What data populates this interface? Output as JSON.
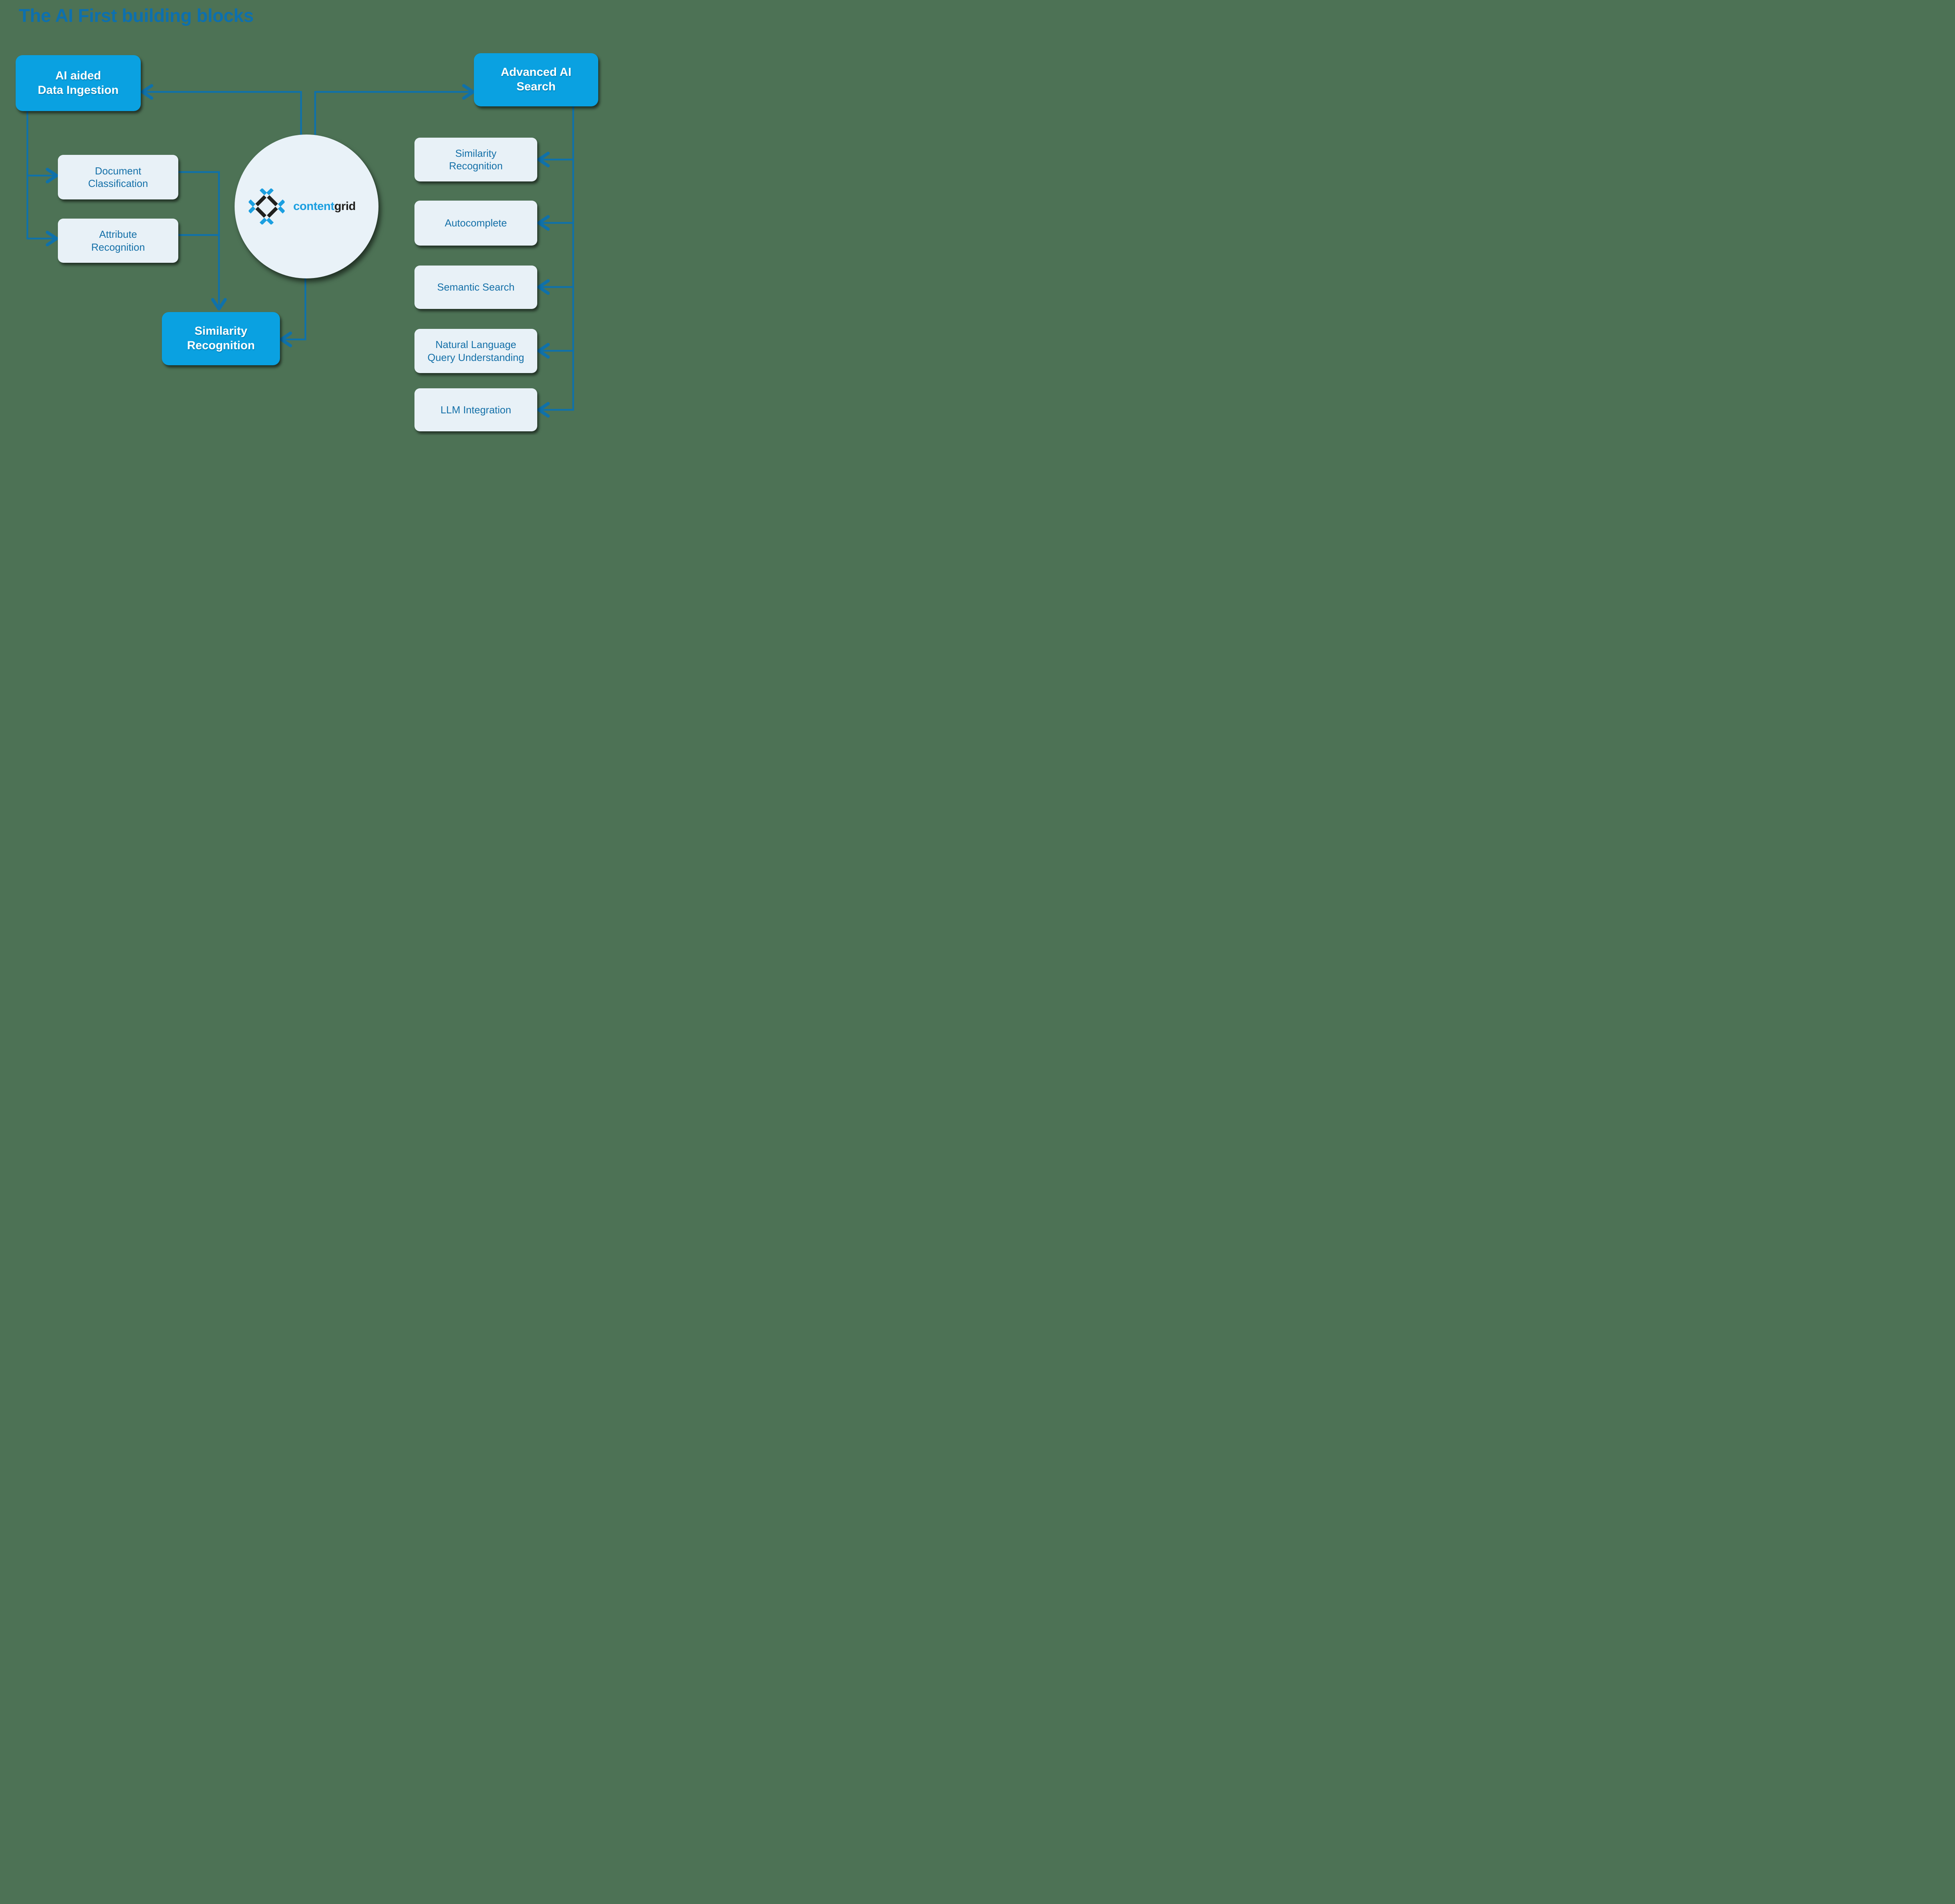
{
  "title": "The AI First building blocks",
  "colors": {
    "background": "#4D7255",
    "primary_box": "#0AA1E1",
    "primary_box_text": "#FFFFFF",
    "panel_box": "#E8F1F7",
    "panel_box_text": "#1470A8",
    "connector": "#0F71AA",
    "title_text": "#0D70AE",
    "logo_blue": "#1B9FE0",
    "logo_black": "#20201E"
  },
  "logo": {
    "name": "contentgrid",
    "part1": "content",
    "part2": "grid"
  },
  "nodes": {
    "ai_aided_data_ingestion": {
      "type": "primary",
      "lines": [
        "AI aided",
        "Data Ingestion"
      ]
    },
    "advanced_ai_search": {
      "type": "primary",
      "lines": [
        "Advanced AI",
        "Search"
      ]
    },
    "document_classification": {
      "type": "secondary",
      "lines": [
        "Document",
        "Classification"
      ]
    },
    "attribute_recognition": {
      "type": "secondary",
      "lines": [
        "Attribute",
        "Recognition"
      ]
    },
    "similarity_recognition_center": {
      "type": "primary",
      "lines": [
        "Similarity",
        "Recognition"
      ]
    },
    "similarity_recognition_search": {
      "type": "secondary",
      "lines": [
        "Similarity",
        "Recognition"
      ]
    },
    "autocomplete": {
      "type": "secondary",
      "lines": [
        "Autocomplete"
      ]
    },
    "semantic_search": {
      "type": "secondary",
      "lines": [
        "Semantic Search"
      ]
    },
    "natural_language_query_understanding": {
      "type": "secondary",
      "lines": [
        "Natural Language",
        "Query Understanding"
      ]
    },
    "llm_integration": {
      "type": "secondary",
      "lines": [
        "LLM Integration"
      ]
    }
  }
}
